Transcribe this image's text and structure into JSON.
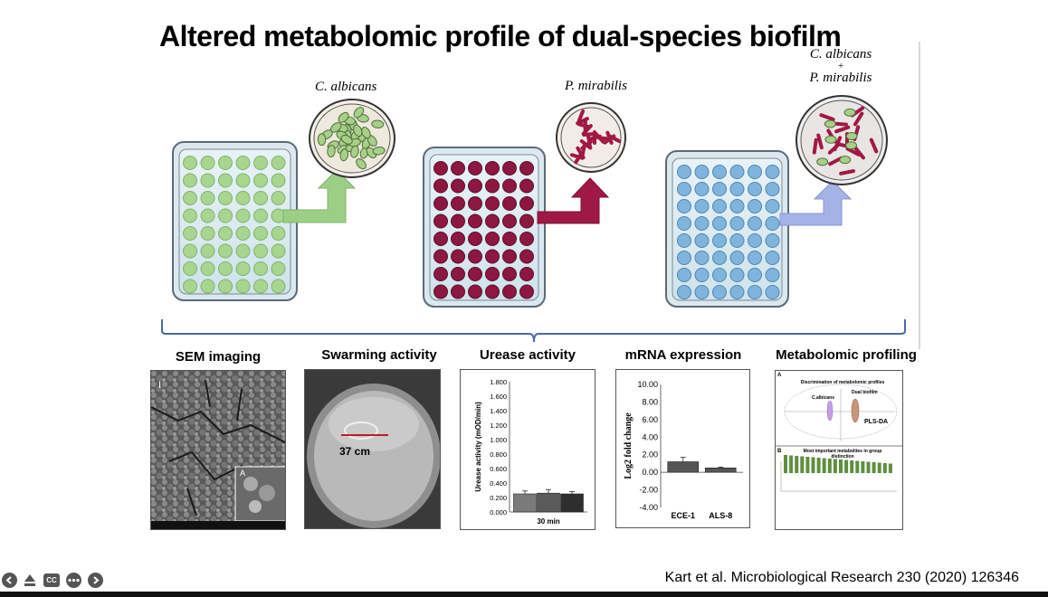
{
  "slide": {
    "title": "Altered metabolomic profile of dual-species biofilm",
    "species": {
      "c_albicans": "C. albicans",
      "p_mirabilis": "P. mirabilis",
      "dual_line1": "C. albicans",
      "dual_plus": "+",
      "dual_line2": "P. mirabilis"
    },
    "panels": {
      "sem": "SEM imaging",
      "swarming": "Swarming activity",
      "urease": "Urease activity",
      "mrna": "mRNA expression",
      "metabolomic": "Metabolomic profiling"
    },
    "sem_labels": {
      "panel_i": "I",
      "inset_a": "A"
    },
    "swarming_distance": "37 cm",
    "metabolomic_text": {
      "panel_a": "A",
      "a_title": "Discrimination of metabolomic profiles",
      "c_albicans": "C.albicans",
      "dual": "Dual biofilm",
      "method": "PLS-DA",
      "panel_b": "B",
      "b_title": "Most important metabolites in group distinction"
    },
    "citation": "Kart et al. Microbiological Research 230 (2020) 126346"
  },
  "colors": {
    "green_plate": "#a8d58f",
    "red_plate": "#8c1740",
    "blue_plate": "#7fb4dc",
    "green_arrow": "#9ccf86",
    "red_arrow": "#a01845",
    "blue_arrow": "#a3b3e6",
    "bracket": "#4a6aa8"
  },
  "controls": [
    "back-icon",
    "eject-icon",
    "cc-icon",
    "more-icon",
    "forward-icon"
  ],
  "chart_data": [
    {
      "type": "bar",
      "title": "Urease activity",
      "ylabel": "Urease activity (mOD/min)",
      "xlabel": "30 min",
      "ylim": [
        0,
        1.8
      ],
      "yticks": [
        "0.000",
        "0.200",
        "0.400",
        "0.600",
        "0.800",
        "1.000",
        "1.200",
        "1.400",
        "1.600",
        "1.800"
      ],
      "categories": [
        "",
        "",
        ""
      ],
      "values": [
        0.25,
        0.26,
        0.25
      ],
      "errors": [
        0.04,
        0.05,
        0.03
      ]
    },
    {
      "type": "bar",
      "title": "mRNA expression",
      "ylabel": "Log2 fold change",
      "ylim": [
        -4,
        10
      ],
      "yticks": [
        "-4.00",
        "-2.00",
        "0.00",
        "2.00",
        "4.00",
        "6.00",
        "8.00",
        "10.00"
      ],
      "categories": [
        "ECE-1",
        "ALS-8"
      ],
      "values": [
        1.2,
        0.5
      ],
      "errors": [
        0.5,
        0.1
      ]
    }
  ]
}
